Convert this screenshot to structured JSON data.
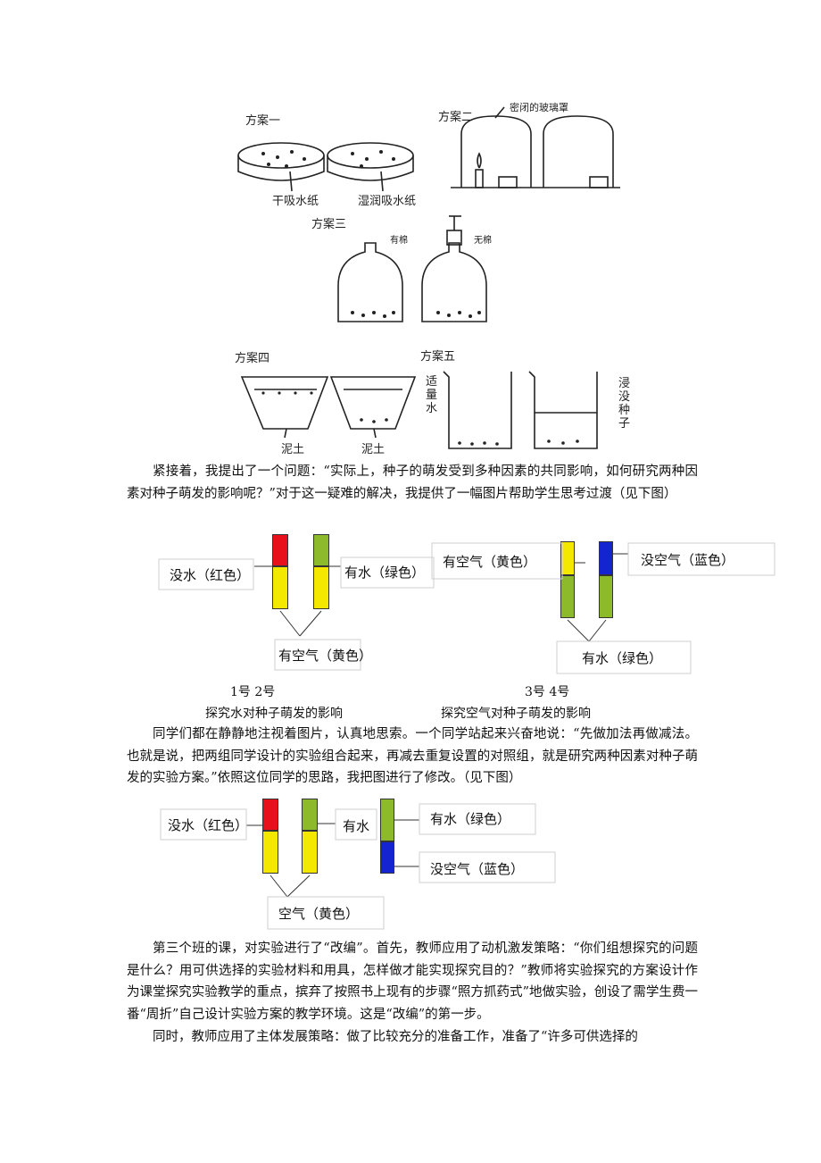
{
  "sketch": {
    "scheme1_label": "方案一",
    "scheme2_label": "方案二",
    "scheme3_label": "方案三",
    "scheme4_label": "方案四",
    "scheme5_label": "方案五",
    "dry_paper": "干吸水纸",
    "wet_paper": "湿润吸水纸",
    "sealed_cover": "密闭的玻璃罩",
    "cotton": "有棉",
    "stopper": "无棉",
    "soil_a": "泥土",
    "soil_b": "泥土",
    "proper_water": "适量水",
    "submerge_seeds": "浸没种子"
  },
  "paragraph1": "紧接着，我提出了一个问题：“实际上，种子的萌发受到多种因素的共同影响，如何研究两种因素对种子萌发的影响呢？”对于这一疑难的解决，我提供了一幅图片帮助学生思考过渡（见下图）",
  "figure1": {
    "label_no_water": "没水（红色）",
    "label_has_water": "有水（绿色）",
    "label_air_left": "有空气（黄色）",
    "label_has_air": "有空气（黄色）",
    "label_no_air": "没空气（蓝色）",
    "label_water_right": "有水（绿色）",
    "nums_left": "1号   2号",
    "nums_right": "3号   4号",
    "caption_left": "探究水对种子萌发的影响",
    "caption_right": "探究空气对种子萌发的影响"
  },
  "paragraph2": "同学们都在静静地注视着图片，认真地思索。一个同学站起来兴奋地说：“先做加法再做减法。也就是说，把两组同学设计的实验组合起来，再减去重复设置的对照组，就是研究两种因素对种子萌发的实验方案。”依照这位同学的思路，我把图进行了修改。（见下图）",
  "figure2": {
    "label_no_water": "没水（红色）",
    "label_water_mid": "有水",
    "label_has_water": "有水（绿色）",
    "label_no_air": "没空气（蓝色）",
    "label_air": "空气（黄色）"
  },
  "paragraph3": "第三个班的课，对实验进行了“改编”。首先，教师应用了动机激发策略：“你们组想探究的问题是什么？用可供选择的实验材料和用具，怎样做才能实现探究目的？”教师将实验探究的方案设计作为课堂探究实验教学的重点，摈弃了按照书上现有的步骤“照方抓药式”地做实验，创设了需学生费一番“周折”自己设计实验方案的教学环境。这是“改编”的第一步。",
  "paragraph4": "同时，教师应用了主体发展策略：做了比较充分的准备工作，准备了“许多可供选择的",
  "colors": {
    "red": "#e8101a",
    "yellow": "#f5e800",
    "green": "#8cba2a",
    "blue": "#1424d0"
  }
}
